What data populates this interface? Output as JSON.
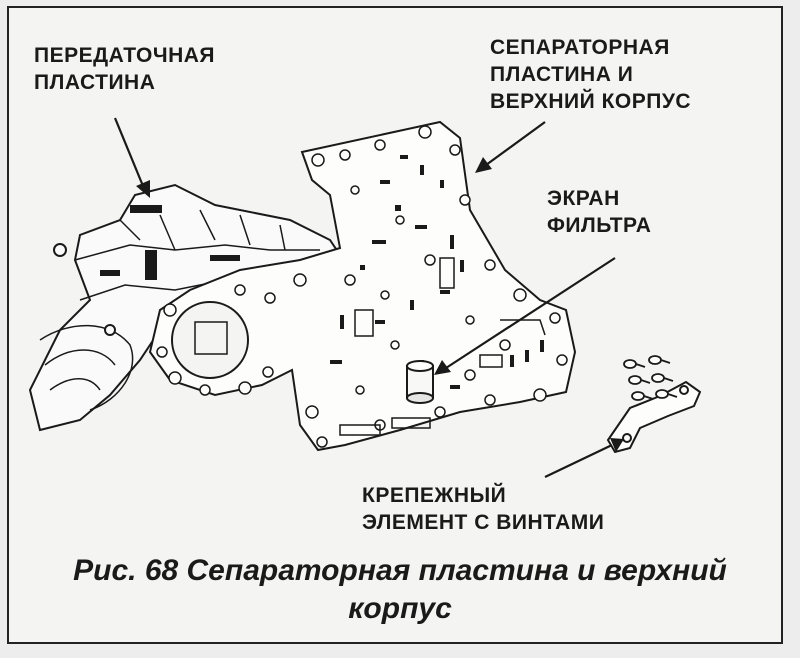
{
  "labels": {
    "transfer_plate": [
      "ПЕРЕДАТОЧНАЯ",
      "ПЛАСТИНА"
    ],
    "separator_plate": [
      "СЕПАРАТОРНАЯ",
      "ПЛАСТИНА И",
      "ВЕРХНИЙ КОРПУС"
    ],
    "filter_screen": [
      "ЭКРАН",
      "ФИЛЬТРА"
    ],
    "retainer": [
      "КРЕПЕЖНЫЙ",
      "ЭЛЕМЕНТ С ВИНТАМИ"
    ]
  },
  "caption": {
    "line1": "Рис. 68 Сепараторная пластина и верхний",
    "line2": "корпус"
  },
  "colors": {
    "ink": "#1a1a1a",
    "paper": "#f4f4f2",
    "background": "#ededed"
  }
}
